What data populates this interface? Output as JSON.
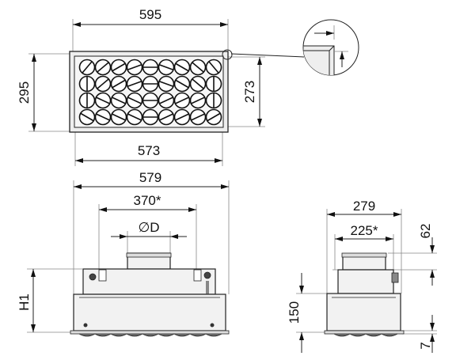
{
  "drawing": {
    "top_view": {
      "width_outer": "595",
      "height_outer": "295",
      "height_inner": "273",
      "width_inner": "573",
      "nozzle_grid": {
        "columns": 9,
        "rows": 4
      }
    },
    "front_view": {
      "width": "579",
      "connection_spacing": "370*",
      "duct_diameter": "∅D",
      "height": "H1"
    },
    "side_view": {
      "width": "279",
      "connection_spacing": "225*",
      "collar_height": "62",
      "box_height": "150",
      "flange_height": "7"
    },
    "colors": {
      "line": "#222222",
      "fill": "#f2f2f2"
    }
  }
}
